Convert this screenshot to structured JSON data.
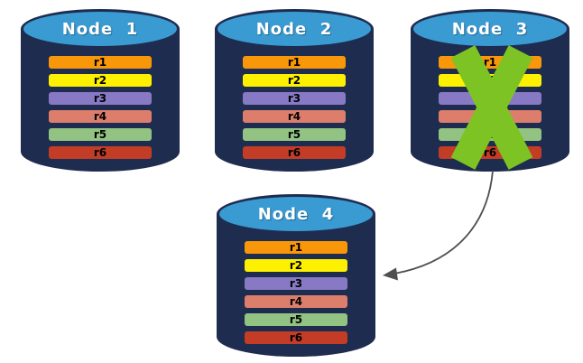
{
  "diagram": {
    "description": "Database replication diagram: four nodes each holding rows r1-r6; Node 3 is failed (green cross) and a curved arrow points to replacement Node 4"
  },
  "colors": {
    "background": "#FFFFFF",
    "cylinder_body": "#1E2C50",
    "cylinder_top": "#3A9BD3",
    "node_title_text": "#FFFFFF",
    "row_text": "#000000",
    "failure_cross": "#7DC324",
    "arrow": "#4F4F4F"
  },
  "row_colors": {
    "r1": "#F89709",
    "r2": "#FDF000",
    "r3": "#8879C4",
    "r4": "#DD7E6C",
    "r5": "#92C382",
    "r6": "#C23C26"
  },
  "nodes": [
    {
      "id": "node-1",
      "label": "Node  1",
      "failed": false,
      "rows": [
        "r1",
        "r2",
        "r3",
        "r4",
        "r5",
        "r6"
      ]
    },
    {
      "id": "node-2",
      "label": "Node  2",
      "failed": false,
      "rows": [
        "r1",
        "r2",
        "r3",
        "r4",
        "r5",
        "r6"
      ]
    },
    {
      "id": "node-3",
      "label": "Node  3",
      "failed": true,
      "rows": [
        "r1",
        "r2",
        "r3",
        "r4",
        "r5",
        "r6"
      ]
    },
    {
      "id": "node-4",
      "label": "Node  4",
      "failed": false,
      "rows": [
        "r1",
        "r2",
        "r3",
        "r4",
        "r5",
        "r6"
      ]
    }
  ],
  "arrow": {
    "from": "node-3",
    "to": "node-4"
  }
}
